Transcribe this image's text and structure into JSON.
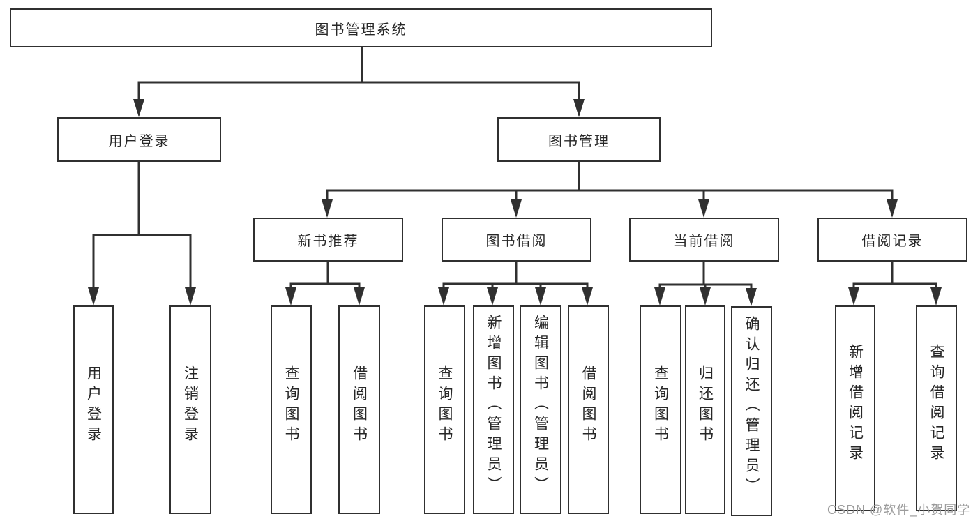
{
  "diagram": {
    "root_label": "图书管理系统",
    "level2": {
      "user_login": "用户登录",
      "book_mgmt": "图书管理"
    },
    "level3": {
      "new_books": "新书推荐",
      "book_borrow": "图书借阅",
      "current_borrow": "当前借阅",
      "borrow_records": "借阅记录"
    },
    "leaves": {
      "user_login": [
        "用户登录",
        "注销登录"
      ],
      "new_books": [
        "查询图书",
        "借阅图书"
      ],
      "book_borrow": [
        "查询图书",
        "新增图书（管理员）",
        "编辑图书（管理员）",
        "借阅图书"
      ],
      "current_borrow": [
        "查询图书",
        "归还图书",
        "确认归还（管理员）"
      ],
      "borrow_records": [
        "新增借阅记录",
        "查询借阅记录"
      ]
    },
    "watermark": "CSDN @软件_小贺同学",
    "colors": {
      "line": "#303030",
      "text": "#272727",
      "background": "#ffffff",
      "watermark": "#9b9b9b"
    }
  }
}
